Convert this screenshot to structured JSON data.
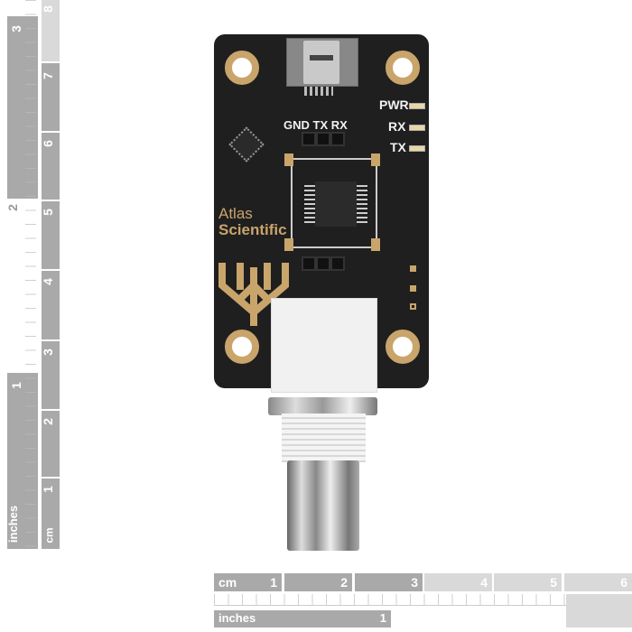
{
  "left_ruler": {
    "inch_label": "inches",
    "inch_marks": [
      "1",
      "2",
      "3"
    ],
    "cm_label": "cm",
    "cm_marks": [
      "1",
      "2",
      "3",
      "4",
      "5",
      "6",
      "7",
      "8"
    ]
  },
  "bottom_ruler": {
    "cm_label": "cm",
    "cm_marks": [
      "1",
      "2",
      "3",
      "4",
      "5",
      "6"
    ],
    "inch_label": "inches",
    "inch_marks": [
      "1"
    ]
  },
  "board": {
    "brand_line1": "Atlas",
    "brand_line2": "Scientific",
    "header_labels": [
      "GND",
      "TX",
      "RX"
    ],
    "led_labels": [
      "PWR",
      "RX",
      "TX"
    ]
  },
  "colors": {
    "board": "#1f1f1f",
    "gold": "#c9a46b",
    "ruler": "#a9a9a9"
  }
}
